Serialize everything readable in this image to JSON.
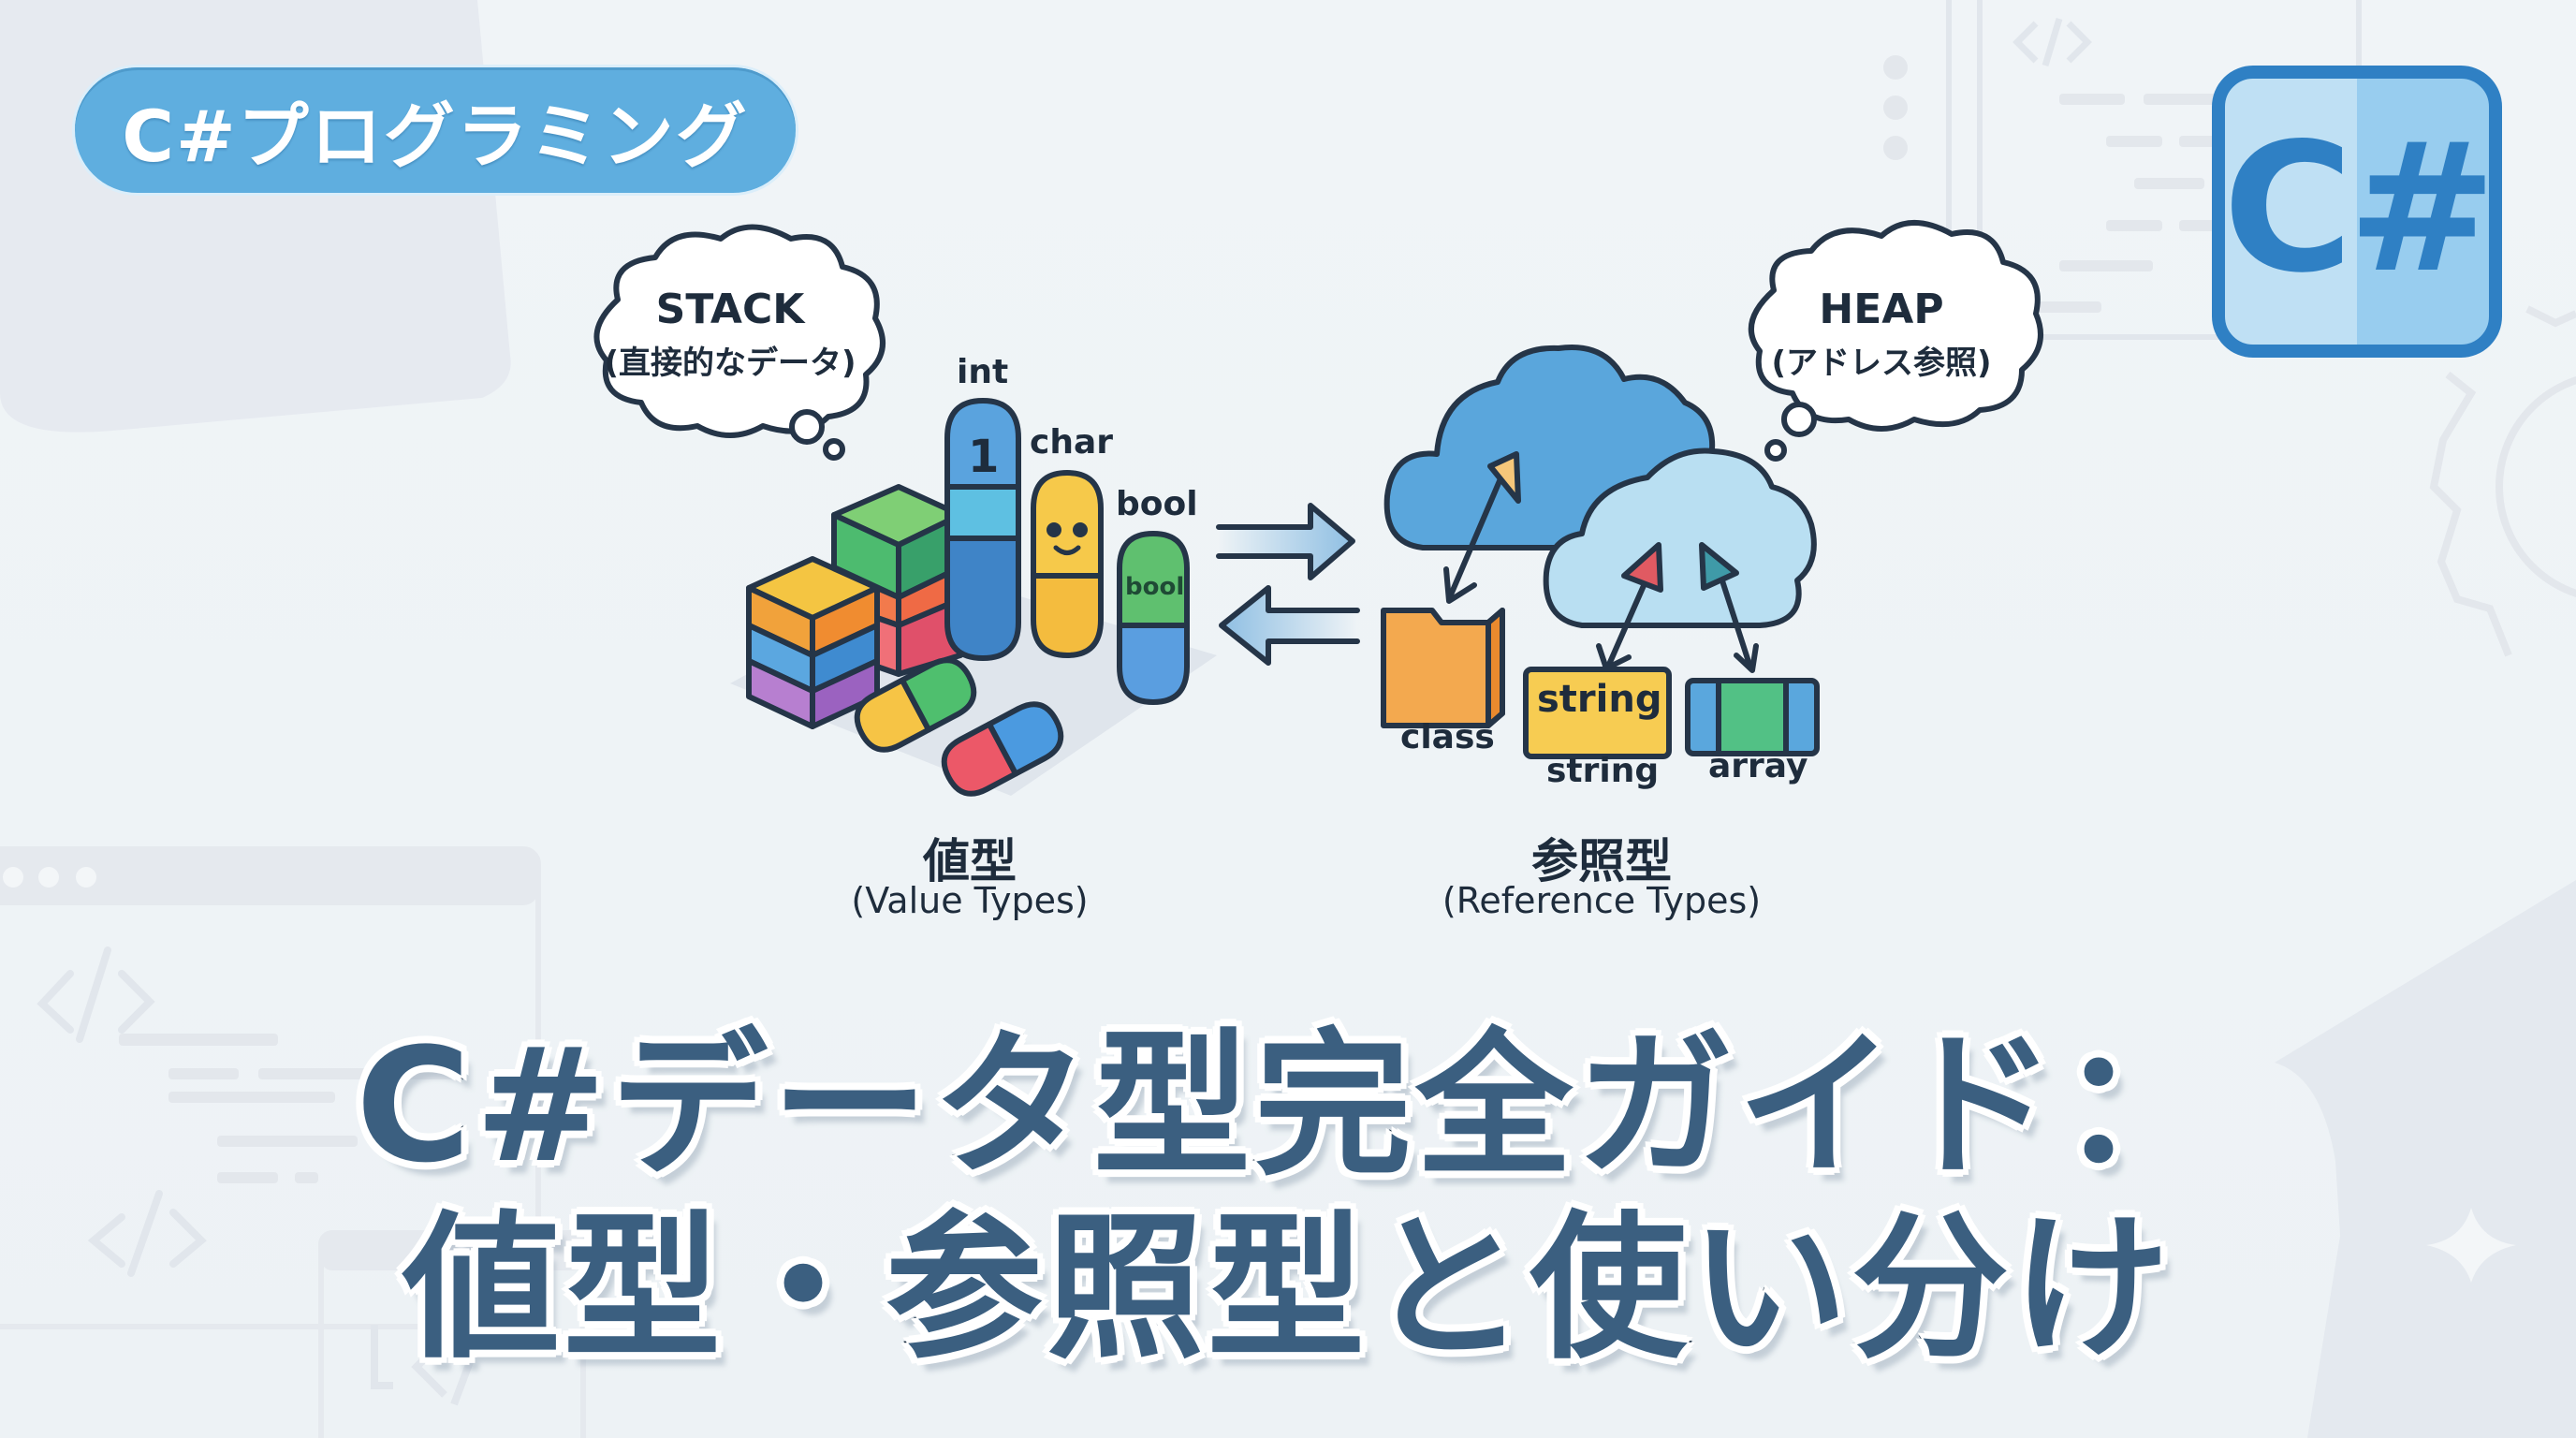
{
  "badge": {
    "label": "C#プログラミング",
    "color": "#5faedf"
  },
  "logo": {
    "label": "C#",
    "color": "#2f80c4"
  },
  "value_side": {
    "bubble_title": "STACK",
    "bubble_subtitle": "(直接的なデータ)",
    "labels": {
      "int": "int",
      "int_value": "1",
      "char": "char",
      "bool": "bool",
      "bool_capsule": "bool"
    },
    "section_title": "値型",
    "section_subtitle": "(Value Types)"
  },
  "reference_side": {
    "bubble_title": "HEAP",
    "bubble_subtitle": "(アドレス参照)",
    "labels": {
      "class": "class",
      "string_box": "string",
      "string": "string",
      "array": "array"
    },
    "section_title": "参照型",
    "section_subtitle": "(Reference Types)"
  },
  "headline": {
    "line1": "C#データ型完全ガイド：",
    "line2": "値型・参照型と使い分け",
    "color": "#3b5f80"
  }
}
